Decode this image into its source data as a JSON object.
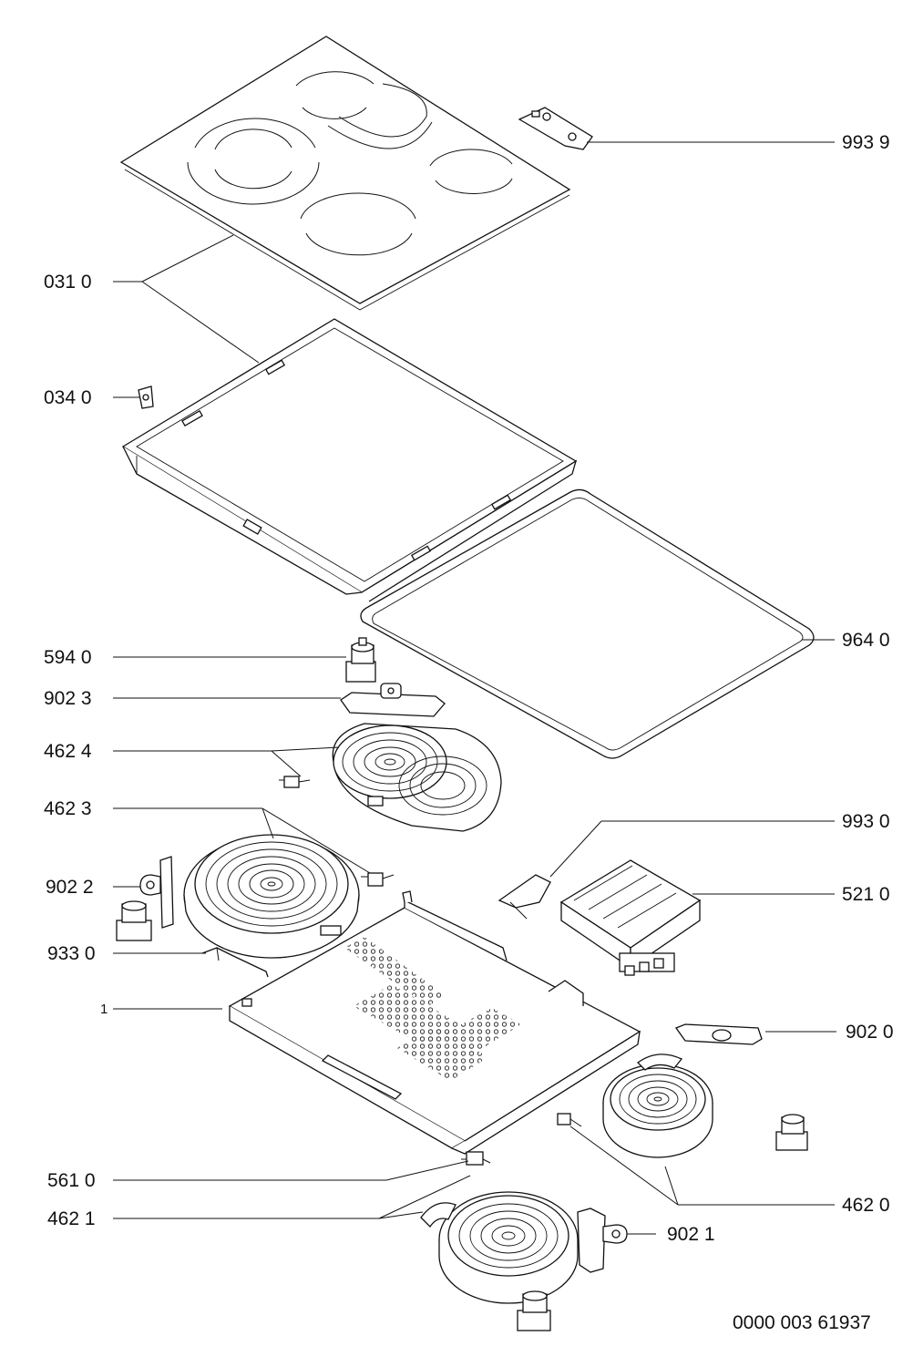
{
  "labels": {
    "p9939": "993 9",
    "p0310": "031 0",
    "p0340": "034 0",
    "p9640": "964 0",
    "p5940": "594 0",
    "p9023": "902 3",
    "p4624": "462 4",
    "p4623": "462 3",
    "p9930": "993 0",
    "p9022": "902 2",
    "p5210": "521 0",
    "p9330": "933 0",
    "p1": "1",
    "p9020": "902 0",
    "p5610": "561 0",
    "p4620": "462 0",
    "p4621": "462 1",
    "p9021": "902 1"
  },
  "document_number": "0000 003 61937"
}
